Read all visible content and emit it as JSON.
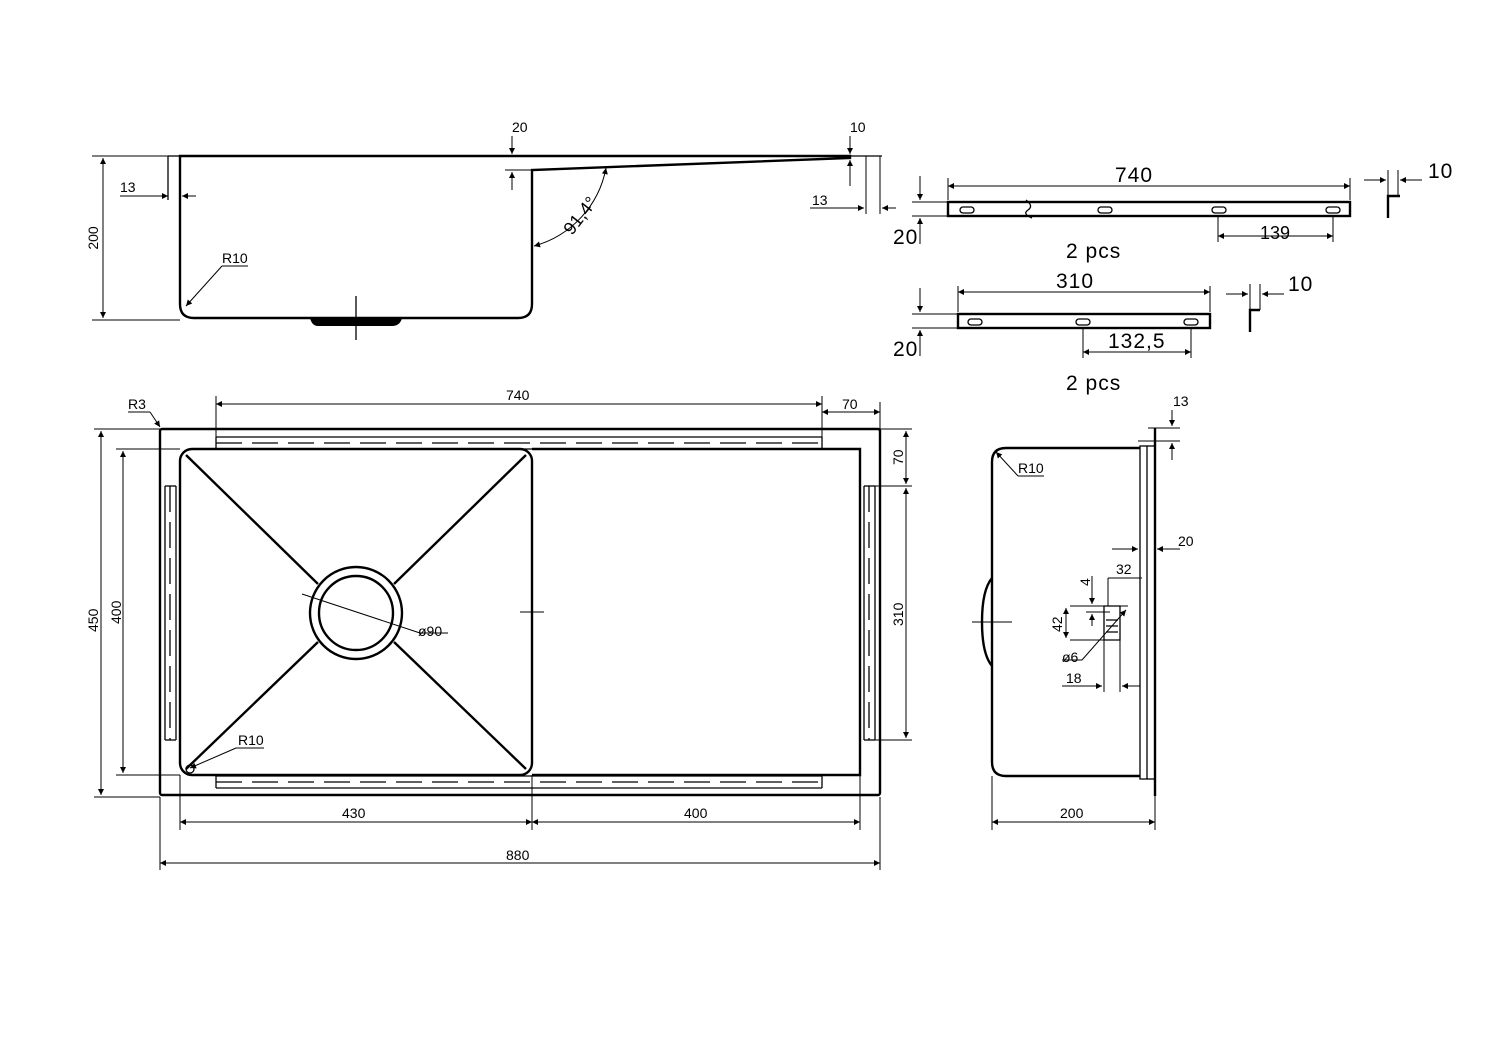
{
  "side_view": {
    "height": "200",
    "flange": "13",
    "step": "20",
    "tip": "10",
    "tip_edge": "13",
    "angle": "91,4°",
    "radius": "R10"
  },
  "bracket_long": {
    "length": "740",
    "thickness": "10",
    "height": "20",
    "hole_spacing": "139",
    "quantity": "2 pcs"
  },
  "bracket_short": {
    "length": "310",
    "thickness": "10",
    "height": "20",
    "hole_spacing": "132,5",
    "quantity": "2 pcs"
  },
  "plan_view": {
    "corner_radius": "R3",
    "rail_length": "740",
    "top_margin": "70",
    "right_margin": "70",
    "overall_depth": "450",
    "bowl_depth": "400",
    "rail_short": "310",
    "drain_diameter": "ø90",
    "bowl_radius": "R10",
    "bowl_width": "430",
    "drainer_width": "400",
    "overall_width": "880"
  },
  "end_view": {
    "flange": "13",
    "radius": "R10",
    "offset": "20",
    "slot_width": "32",
    "slot_gap": "4",
    "slot_height": "42",
    "hole_diameter": "ø6",
    "hole_offset": "18",
    "depth": "200"
  }
}
